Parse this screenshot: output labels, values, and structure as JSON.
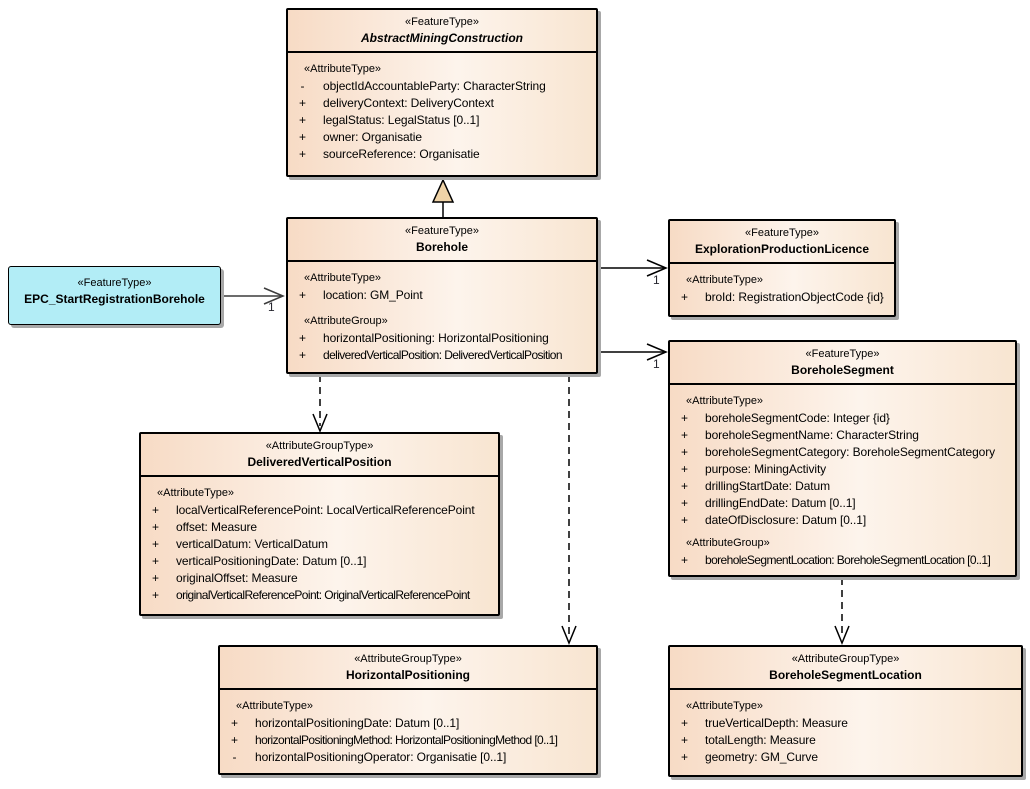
{
  "colors": {
    "class_fill_left": "#f7dbc5",
    "class_fill_right": "#f8e5d1",
    "epc_fill": "#b2edf6",
    "generalization_arrow_fill": "#efd3a7",
    "border": "#000000",
    "shadow": "#a8a8a8"
  },
  "classes": {
    "amc": {
      "stereotype": "«FeatureType»",
      "name": "AbstractMiningConstruction",
      "abstract": true,
      "sections": [
        {
          "label": "«AttributeType»",
          "attrs": [
            {
              "vis": "-",
              "text": "objectIdAccountableParty: CharacterString"
            },
            {
              "vis": "+",
              "text": "deliveryContext: DeliveryContext"
            },
            {
              "vis": "+",
              "text": "legalStatus: LegalStatus [0..1]"
            },
            {
              "vis": "+",
              "text": "owner: Organisatie"
            },
            {
              "vis": "+",
              "text": "sourceReference: Organisatie"
            }
          ]
        }
      ]
    },
    "borehole": {
      "stereotype": "«FeatureType»",
      "name": "Borehole",
      "sections": [
        {
          "label": "«AttributeType»",
          "attrs": [
            {
              "vis": "+",
              "text": "location: GM_Point"
            }
          ]
        },
        {
          "label": "«AttributeGroup»",
          "attrs": [
            {
              "vis": "+",
              "text": "horizontalPositioning: HorizontalPositioning"
            },
            {
              "vis": "+",
              "text": "deliveredVerticalPosition: DeliveredVerticalPosition"
            }
          ]
        }
      ]
    },
    "epc": {
      "stereotype": "«FeatureType»",
      "name": "EPC_StartRegistrationBorehole"
    },
    "epl": {
      "stereotype": "«FeatureType»",
      "name": "ExplorationProductionLicence",
      "sections": [
        {
          "label": "«AttributeType»",
          "attrs": [
            {
              "vis": "+",
              "text": "broId: RegistrationObjectCode {id}"
            }
          ]
        }
      ]
    },
    "bseg": {
      "stereotype": "«FeatureType»",
      "name": "BoreholeSegment",
      "sections": [
        {
          "label": "«AttributeType»",
          "attrs": [
            {
              "vis": "+",
              "text": "boreholeSegmentCode: Integer {id}"
            },
            {
              "vis": "+",
              "text": "boreholeSegmentName: CharacterString"
            },
            {
              "vis": "+",
              "text": "boreholeSegmentCategory: BoreholeSegmentCategory"
            },
            {
              "vis": "+",
              "text": "purpose: MiningActivity"
            },
            {
              "vis": "+",
              "text": "drillingStartDate: Datum"
            },
            {
              "vis": "+",
              "text": "drillingEndDate: Datum [0..1]"
            },
            {
              "vis": "+",
              "text": "dateOfDisclosure: Datum [0..1]"
            }
          ]
        },
        {
          "label": "«AttributeGroup»",
          "attrs": [
            {
              "vis": "+",
              "text": "boreholeSegmentLocation: BoreholeSegmentLocation [0..1]"
            }
          ]
        }
      ]
    },
    "dvp": {
      "stereotype": "«AttributeGroupType»",
      "name": "DeliveredVerticalPosition",
      "sections": [
        {
          "label": "«AttributeType»",
          "attrs": [
            {
              "vis": "+",
              "text": "localVerticalReferencePoint: LocalVerticalReferencePoint"
            },
            {
              "vis": "+",
              "text": "offset: Measure"
            },
            {
              "vis": "+",
              "text": "verticalDatum: VerticalDatum"
            },
            {
              "vis": "+",
              "text": "verticalPositioningDate: Datum [0..1]"
            },
            {
              "vis": "+",
              "text": "originalOffset: Measure"
            },
            {
              "vis": "+",
              "text": "originalVerticalReferencePoint: OriginalVerticalReferencePoint"
            }
          ]
        }
      ]
    },
    "hp": {
      "stereotype": "«AttributeGroupType»",
      "name": "HorizontalPositioning",
      "sections": [
        {
          "label": "«AttributeType»",
          "attrs": [
            {
              "vis": "+",
              "text": "horizontalPositioningDate: Datum [0..1]"
            },
            {
              "vis": "+",
              "text": "horizontalPositioningMethod: HorizontalPositioningMethod [0..1]"
            },
            {
              "vis": "-",
              "text": "horizontalPositioningOperator: Organisatie [0..1]"
            }
          ]
        }
      ]
    },
    "bsl": {
      "stereotype": "«AttributeGroupType»",
      "name": "BoreholeSegmentLocation",
      "sections": [
        {
          "label": "«AttributeType»",
          "attrs": [
            {
              "vis": "+",
              "text": "trueVerticalDepth: Measure"
            },
            {
              "vis": "+",
              "text": "totalLength: Measure"
            },
            {
              "vis": "+",
              "text": "geometry: GM_Curve"
            }
          ]
        }
      ]
    }
  },
  "connectors": {
    "epc_to_borehole": {
      "type": "association",
      "multiplicity": "1"
    },
    "borehole_to_epl": {
      "type": "association",
      "multiplicity": "1"
    },
    "borehole_to_bseg": {
      "type": "association",
      "multiplicity": "1"
    },
    "borehole_to_amc": {
      "type": "generalization"
    },
    "borehole_to_dvp": {
      "type": "dependency"
    },
    "borehole_to_hp": {
      "type": "dependency"
    },
    "bseg_to_bsl": {
      "type": "dependency"
    }
  }
}
